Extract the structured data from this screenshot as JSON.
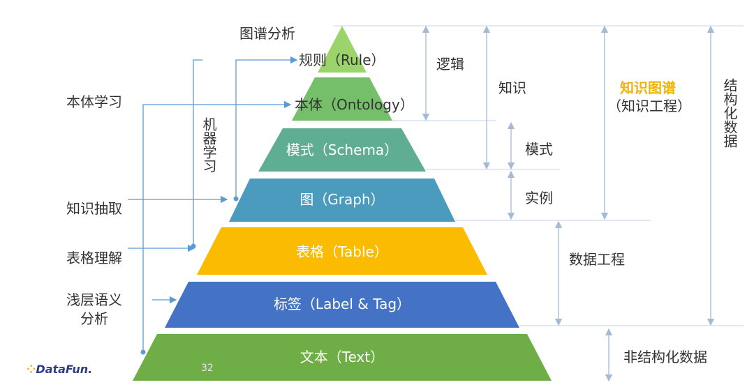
{
  "colors": {
    "rule": "#9bd46a",
    "ontology": "#76bf6a",
    "schema": "#5fae93",
    "graph": "#4a9bbd",
    "table": "#fbbb00",
    "label": "#4472c4",
    "text": "#6fad46",
    "arrow": "#5b9bd5",
    "bracket": "#a6b9d6",
    "kg_title": "#f0b400"
  },
  "pyramid": {
    "rule": "规则（Rule）",
    "ontology": "本体（Ontology）",
    "schema": "模式（Schema）",
    "graph": "图（Graph）",
    "table": "表格（Table）",
    "label": "标签（Label & Tag）",
    "text": "文本（Text）"
  },
  "left": {
    "graph_analysis": "图谱分析",
    "ontology_learning": "本体学习",
    "machine_learning": "机器学习",
    "knowledge_extraction": "知识抽取",
    "table_understanding": "表格理解",
    "shallow_semantic_line1": "浅层语义",
    "shallow_semantic_line2": "分析"
  },
  "right": {
    "logic": "逻辑",
    "knowledge": "知识",
    "schema": "模式",
    "instance": "实例",
    "kg_title": "知识图谱",
    "kg_subtitle": "（知识工程）",
    "structured_data": "结构化数据",
    "data_engineering": "数据工程",
    "unstructured_data": "非结构化数据"
  },
  "footer": {
    "page_number": "32",
    "logo_dots": "⁘",
    "logo_text": "DataFun."
  }
}
